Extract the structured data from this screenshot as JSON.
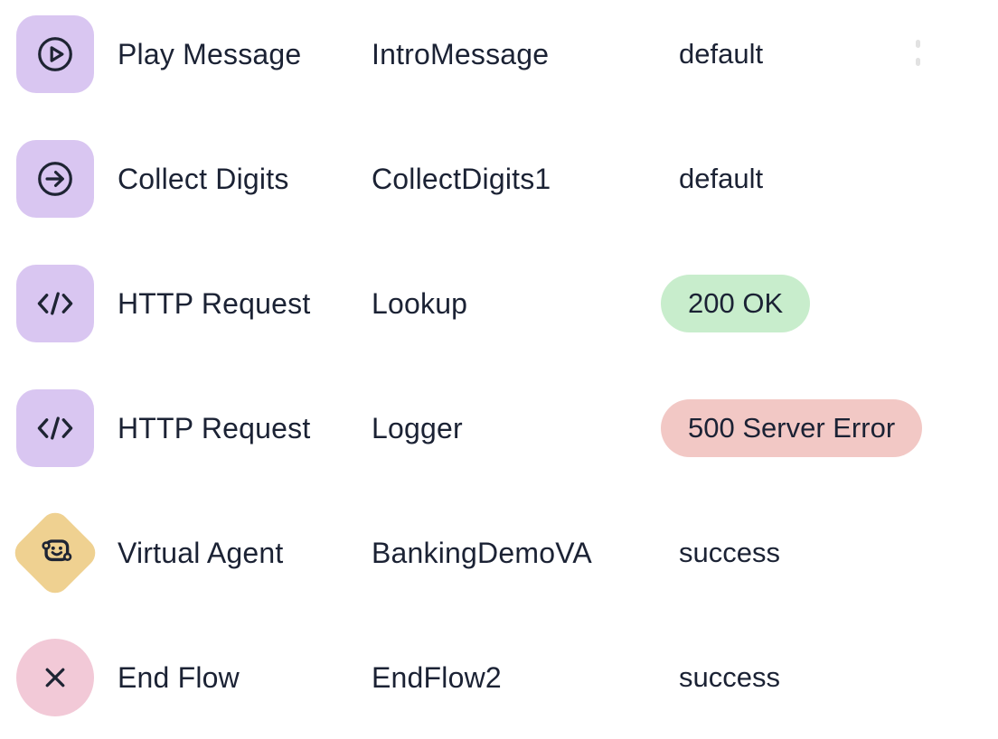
{
  "colors": {
    "text": "#1b2234",
    "icon-stroke": "#1e2433",
    "lavender": "#d9c6f1",
    "gold": "#efd191",
    "pink": "#f2c9d7",
    "pill-green": "#c8edcc",
    "pill-red": "#f2c8c5"
  },
  "rows": [
    {
      "icon": "play-circle-icon",
      "label": "Play Message",
      "name": "IntroMessage",
      "status": "default"
    },
    {
      "icon": "arrow-right-circle-icon",
      "label": "Collect Digits",
      "name": "CollectDigits1",
      "status": "default"
    },
    {
      "icon": "code-icon",
      "label": "HTTP Request",
      "name": "Lookup",
      "status": "200 OK"
    },
    {
      "icon": "code-icon",
      "label": "HTTP Request",
      "name": "Logger",
      "status": "500 Server Error"
    },
    {
      "icon": "bot-icon",
      "label": "Virtual Agent",
      "name": "BankingDemoVA",
      "status": "success"
    },
    {
      "icon": "x-icon",
      "label": "End Flow",
      "name": "EndFlow2",
      "status": "success"
    }
  ],
  "trailing_icon": "vertical-ellipsis-icon"
}
